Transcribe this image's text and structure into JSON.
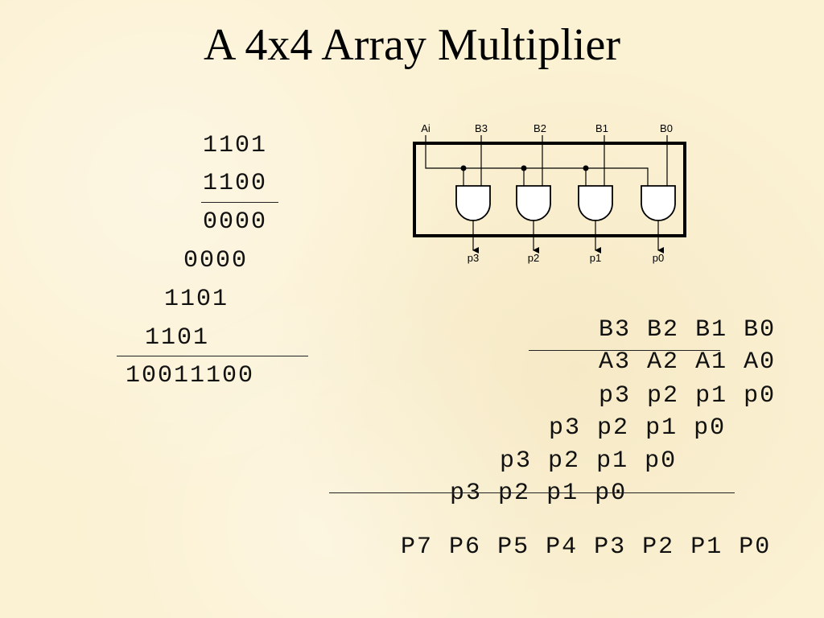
{
  "slide": {
    "title": "A 4x4 Array Multiplier"
  },
  "binary_example": {
    "multiplicand": "1101",
    "multiplier": "1100",
    "partials": [
      "0000",
      "0000",
      "1101",
      "1101"
    ],
    "result": "10011100"
  },
  "circuit": {
    "inputs": [
      "Ai",
      "B3",
      "B2",
      "B1",
      "B0"
    ],
    "outputs": [
      "p3",
      "p2",
      "p1",
      "p0"
    ]
  },
  "symbolic": {
    "row_b": [
      "B3",
      "B2",
      "B1",
      "B0"
    ],
    "row_a": [
      "A3",
      "A2",
      "A1",
      "A0"
    ],
    "partial_rows": [
      [
        "p3",
        "p2",
        "p1",
        "p0"
      ],
      [
        "p3",
        "p2",
        "p1",
        "p0"
      ],
      [
        "p3",
        "p2",
        "p1",
        "p0"
      ],
      [
        "p3",
        "p2",
        "p1",
        "p0"
      ]
    ],
    "product": [
      "P7",
      "P6",
      "P5",
      "P4",
      "P3",
      "P2",
      "P1",
      "P0"
    ]
  }
}
